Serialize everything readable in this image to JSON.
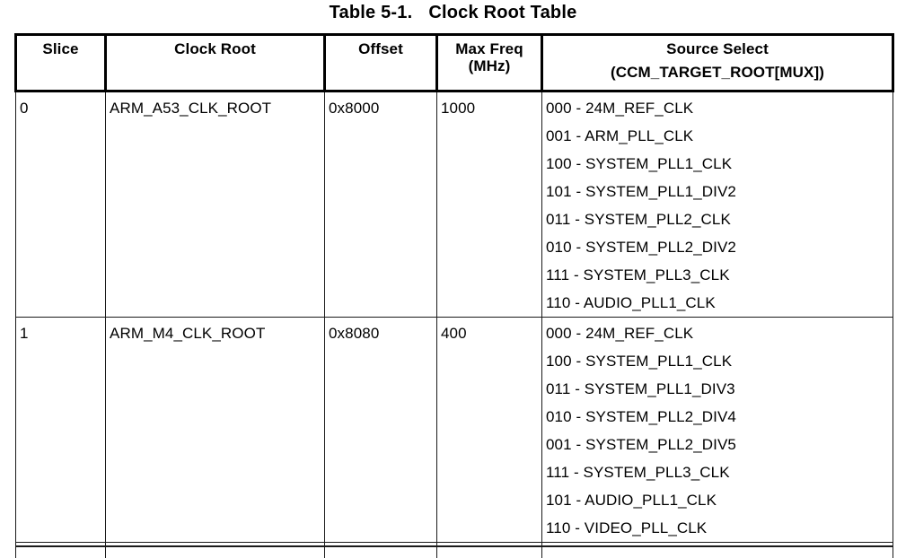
{
  "title": {
    "label": "Table 5-1.",
    "text": "Clock Root Table"
  },
  "table": {
    "columns": [
      {
        "label": "Slice"
      },
      {
        "label": "Clock Root"
      },
      {
        "label": "Offset"
      },
      {
        "label": "Max Freq",
        "label2": "(MHz)"
      },
      {
        "label": "Source Select",
        "label2": "(CCM_TARGET_ROOT[MUX])"
      }
    ],
    "rows": [
      {
        "slice": "0",
        "clock_root": "ARM_A53_CLK_ROOT",
        "offset": "0x8000",
        "max_freq": "1000",
        "source_select": [
          "000 - 24M_REF_CLK",
          "001 - ARM_PLL_CLK",
          "100 - SYSTEM_PLL1_CLK",
          "101 - SYSTEM_PLL1_DIV2",
          "011 - SYSTEM_PLL2_CLK",
          "010 - SYSTEM_PLL2_DIV2",
          "111 - SYSTEM_PLL3_CLK",
          "110 - AUDIO_PLL1_CLK"
        ]
      },
      {
        "slice": "1",
        "clock_root": "ARM_M4_CLK_ROOT",
        "offset": "0x8080",
        "max_freq": "400",
        "source_select": [
          "000 - 24M_REF_CLK",
          "100 - SYSTEM_PLL1_CLK",
          "011 - SYSTEM_PLL1_DIV3",
          "010 - SYSTEM_PLL2_DIV4",
          "001 - SYSTEM_PLL2_DIV5",
          "111 - SYSTEM_PLL3_CLK",
          "101 - AUDIO_PLL1_CLK",
          "110 - VIDEO_PLL_CLK"
        ]
      }
    ]
  },
  "colors": {
    "text": "#000000",
    "header_border": "#000000",
    "cell_border": "#1a1a1a",
    "background": "#ffffff"
  }
}
